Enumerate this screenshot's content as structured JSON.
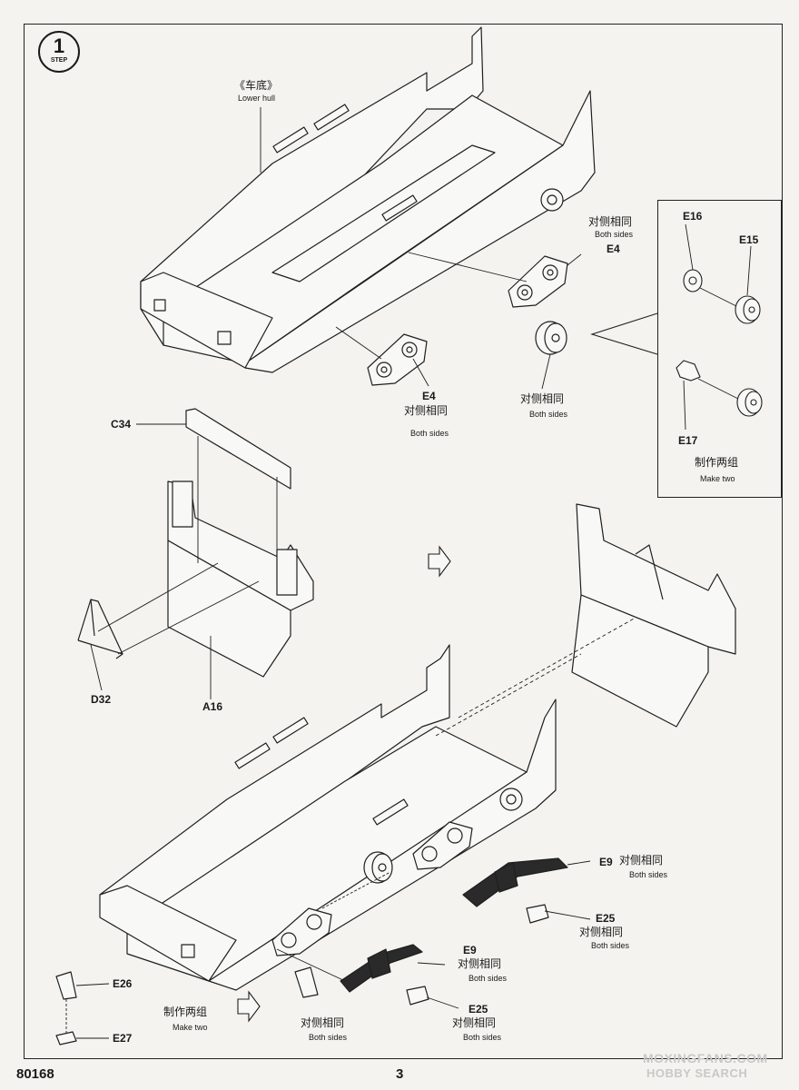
{
  "step": {
    "number": "1",
    "word": "STEP"
  },
  "hull": {
    "cn": "《车底》",
    "en": "Lower hull"
  },
  "parts": {
    "c34": "C34",
    "d32": "D32",
    "a16": "A16",
    "e4_top": "E4",
    "e4_mid": "E4",
    "e9_upper": "E9",
    "e9_lower": "E9",
    "e25_upper": "E25",
    "e25_lower": "E25",
    "e26": "E26",
    "e27": "E27",
    "e15": "E15",
    "e16": "E16",
    "e17": "E17"
  },
  "both_sides": {
    "cn": "对侧相同",
    "en": "Both sides"
  },
  "make_two": {
    "cn": "制作两组",
    "en": "Make two"
  },
  "footer": {
    "code": "80168",
    "page": "3"
  },
  "watermark": {
    "line1": "MOXINGFANS.COM",
    "line2": "HOBBY SEARCH"
  }
}
